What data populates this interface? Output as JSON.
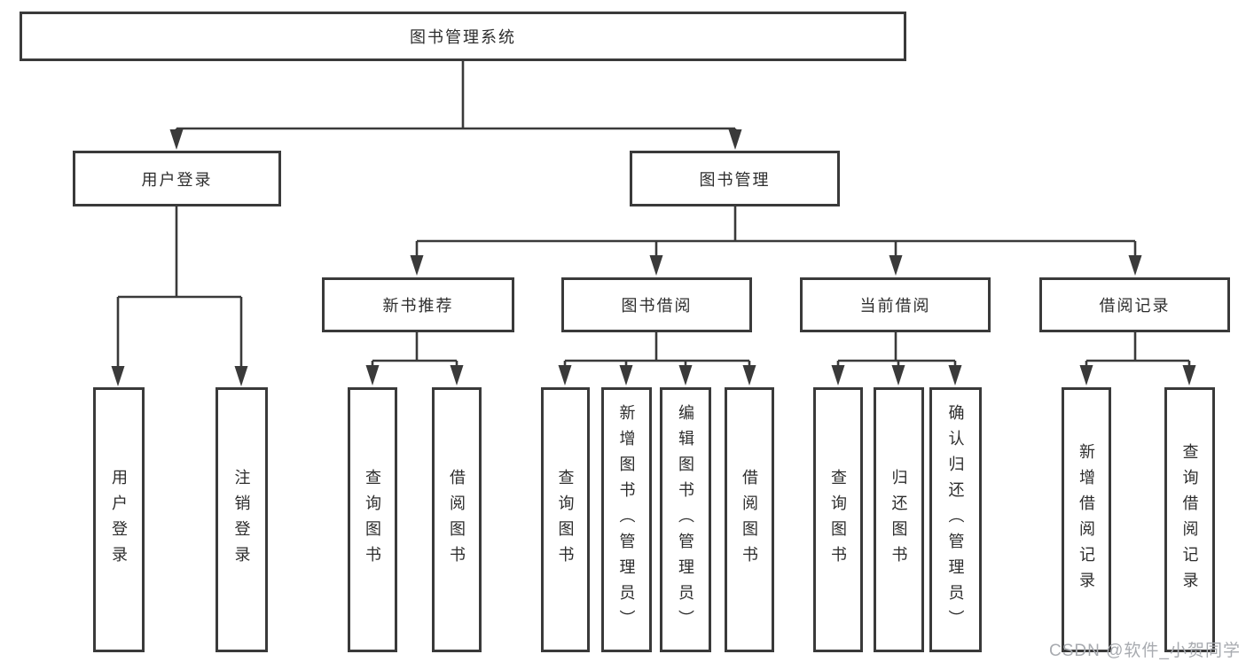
{
  "diagram_type": "hierarchy-tree",
  "title": "图书管理系统",
  "watermark": "CSDN @软件_小贺同学",
  "colors": {
    "line": "#3a3a3a",
    "box_border": "#3a3a3a",
    "text": "#2d2d2d",
    "watermark": "#a8abb0",
    "background": "#ffffff"
  },
  "nodes": {
    "root": {
      "label": "图书管理系统"
    },
    "level2": [
      {
        "label": "用户登录",
        "parent": "图书管理系统"
      },
      {
        "label": "图书管理",
        "parent": "图书管理系统"
      }
    ],
    "level3": [
      {
        "label": "新书推荐",
        "parent": "图书管理"
      },
      {
        "label": "图书借阅",
        "parent": "图书管理"
      },
      {
        "label": "当前借阅",
        "parent": "图书管理"
      },
      {
        "label": "借阅记录",
        "parent": "图书管理"
      }
    ],
    "leaves": [
      {
        "label": "用户登录",
        "parent": "用户登录"
      },
      {
        "label": "注销登录",
        "parent": "用户登录"
      },
      {
        "label": "查询图书",
        "parent": "新书推荐"
      },
      {
        "label": "借阅图书",
        "parent": "新书推荐"
      },
      {
        "label": "查询图书",
        "parent": "图书借阅"
      },
      {
        "label": "新增图书（管理员）",
        "parent": "图书借阅"
      },
      {
        "label": "编辑图书（管理员）",
        "parent": "图书借阅"
      },
      {
        "label": "借阅图书",
        "parent": "图书借阅"
      },
      {
        "label": "查询图书",
        "parent": "当前借阅"
      },
      {
        "label": "归还图书",
        "parent": "当前借阅"
      },
      {
        "label": "确认归还（管理员）",
        "parent": "当前借阅"
      },
      {
        "label": "新增借阅记录",
        "parent": "借阅记录"
      },
      {
        "label": "查询借阅记录",
        "parent": "借阅记录"
      }
    ]
  }
}
